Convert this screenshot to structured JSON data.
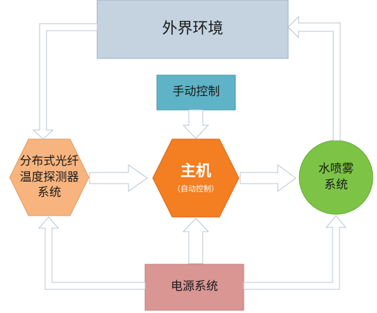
{
  "nodes": {
    "environment": {
      "label": "外界环境"
    },
    "manual_control": {
      "label": "手动控制"
    },
    "sensor_system": {
      "label_line1": "分布式光纤",
      "label_line2": "温度探测器",
      "label_line3": "系统"
    },
    "host": {
      "label": "主机",
      "sublabel": "（自动控制）"
    },
    "spray_system": {
      "label_line1": "水喷雾",
      "label_line2": "系统"
    },
    "power_system": {
      "label": "电源系统"
    }
  },
  "colors": {
    "environment_fill": "#c5d3e0",
    "manual_fill": "#5fb3c7",
    "sensor_fill": "#f8b47e",
    "host_fill": "#f37f22",
    "spray_fill": "#7dc446",
    "power_fill": "#d99693",
    "arrow_fill": "#ffffff",
    "arrow_stroke": "#b8c4d2"
  },
  "edges": [
    {
      "from": "environment",
      "to": "sensor_system"
    },
    {
      "from": "manual_control",
      "to": "host"
    },
    {
      "from": "sensor_system",
      "to": "host"
    },
    {
      "from": "host",
      "to": "spray_system"
    },
    {
      "from": "spray_system",
      "to": "environment"
    },
    {
      "from": "power_system",
      "to": "host"
    },
    {
      "from": "power_system",
      "to": "sensor_system"
    },
    {
      "from": "power_system",
      "to": "spray_system"
    }
  ]
}
